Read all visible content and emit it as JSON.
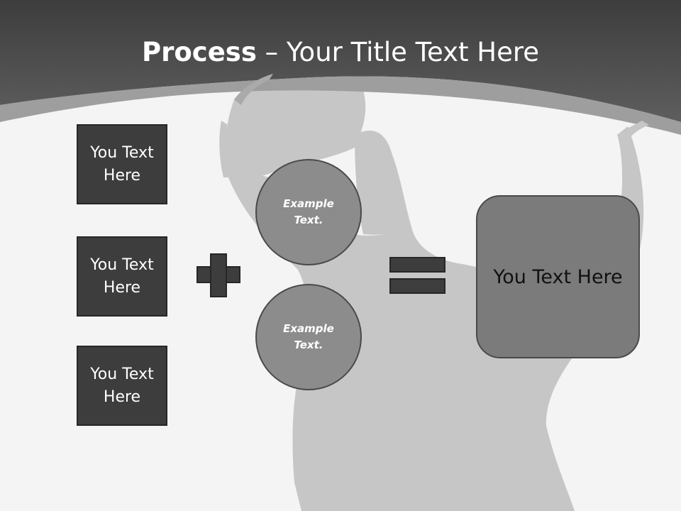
{
  "slide": {
    "title_bold": "Process",
    "title_rest": " – Your Title Text Here"
  },
  "left_boxes": [
    {
      "line1": "You Text",
      "line2": "Here"
    },
    {
      "line1": "You Text",
      "line2": "Here"
    },
    {
      "line1": "You Text",
      "line2": "Here"
    }
  ],
  "circles": [
    {
      "line1": "Example",
      "line2": "Text."
    },
    {
      "line1": "Example",
      "line2": "Text."
    }
  ],
  "result": {
    "label": "You Text Here"
  },
  "colors": {
    "background": "#f4f4f4",
    "header": "#4f4f4f",
    "silhouette": "#c6c6c6",
    "box_fill": "#3d3d3d",
    "circle_fill": "#8c8c8c",
    "result_fill": "#7b7b7b"
  },
  "icons": {
    "plus": "plus-icon",
    "equals": "equals-icon",
    "silhouette": "woman-silhouette-image"
  }
}
